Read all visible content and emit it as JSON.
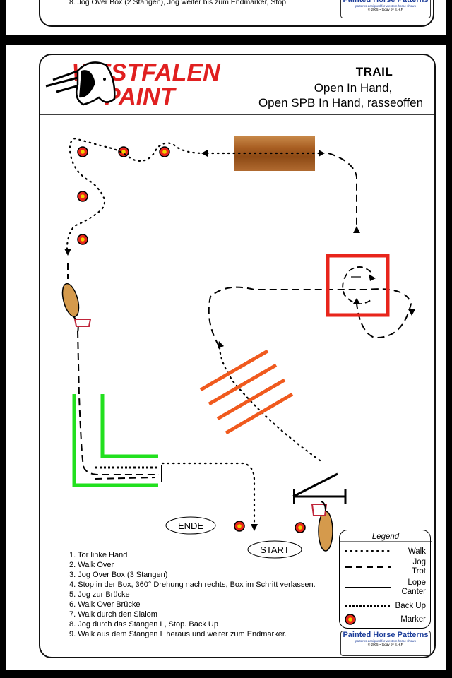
{
  "top_card": {
    "instruction": "8. Jog Over Box (2 Stangen), Jog weiter bis zum Endmarker, Stop."
  },
  "logo": {
    "line1": "WESTFALEN",
    "line2": "PAINT"
  },
  "pattern_title": {
    "main": "TRAIL",
    "sub1": "Open In Hand,",
    "sub2": "Open SPB In Hand, rasseoffen"
  },
  "labels": {
    "ende": "ENDE",
    "start": "START"
  },
  "instructions": [
    "1. Tor linke Hand",
    "2. Walk Over",
    "3. Jog Over Box (3 Stangen)",
    "4. Stop in der Box, 360° Drehung nach rechts, Box im Schritt verlassen.",
    "5. Jog zur Brücke",
    "6. Walk Over Brücke",
    "7. Walk durch den Slalom",
    "8. Jog durch das Stangen L, Stop. Back Up",
    "9. Walk aus dem Stangen L heraus und weiter zum Endmarker."
  ],
  "legend": {
    "title": "Legend",
    "walk": "Walk",
    "jog_line1": "Jog",
    "jog_line2": "Trot",
    "lope_line1": "Lope",
    "lope_line2": "Canter",
    "backup": "Back Up",
    "marker": "Marker"
  },
  "credit": {
    "line1": "Painted Horse Patterns",
    "line2": "patterns designed for western horse shows",
    "line3": "© 2005 ~ today by S.H.F."
  },
  "colors": {
    "logo_red": "#e02020",
    "box_red": "#e8251b",
    "poles_orange": "#f05a1e",
    "l_green": "#22e01e",
    "bridge_brown": "#a0561d",
    "credit_blue": "#1d3e9a"
  }
}
